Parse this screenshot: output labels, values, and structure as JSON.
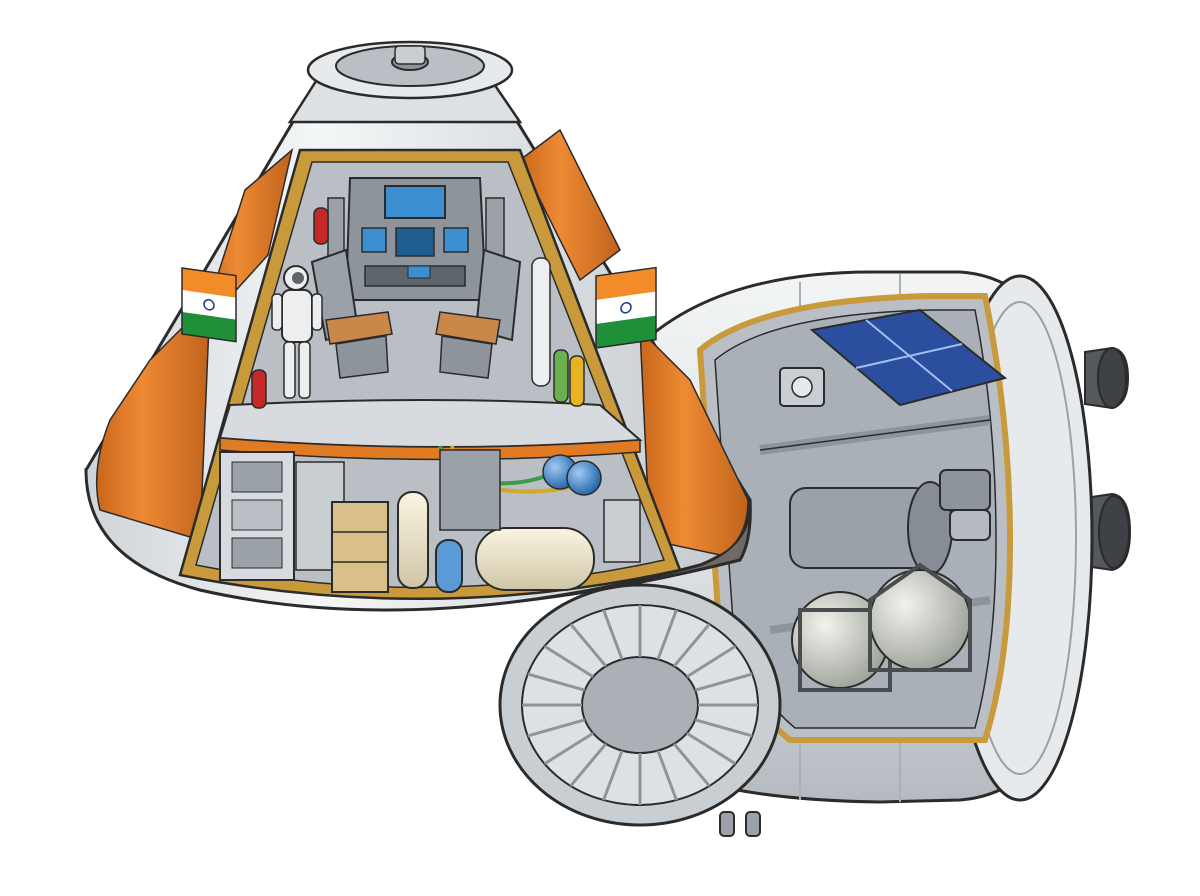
{
  "colors": {
    "background": "#ffffff",
    "outline": "#2b2b2b",
    "hull_white": "#eceef0",
    "hull_shade": "#c9ced3",
    "hull_orange": "#e07b24",
    "hull_orange_dark": "#b8601a",
    "heat_shield": "#6f6a66",
    "insulation": "#c99a3c",
    "interior_floor": "#d7dbdf",
    "interior_wall": "#b9bfc5",
    "console": "#8d949b",
    "screen": "#3b8fd0",
    "screen_dark": "#1f5e8f",
    "seat": "#9aa1a8",
    "seat_cushion": "#c9874a",
    "extinguisher": "#c62828",
    "tank_cream": "#efe7cc",
    "tank_blue": "#5b9bd5",
    "tank_green": "#6ab04c",
    "tank_yellow": "#e6b422",
    "sphere_blue": "#2f7fd0",
    "crate": "#d9c08a",
    "solar_panel": "#2b4f9e",
    "nozzle": "#4a4d50",
    "pipe_green": "#3f9b4a",
    "pipe_yellow": "#d1a82a",
    "flag_saffron": "#f28c28",
    "flag_white": "#ffffff",
    "flag_green": "#1f8f3a",
    "flag_chakra": "#1a3d8f"
  },
  "components": [
    {
      "name": "crew-module",
      "icon": "capsule-icon"
    },
    {
      "name": "service-module",
      "icon": "cylinder-icon"
    },
    {
      "name": "docking-hatch",
      "icon": "hatch-icon"
    },
    {
      "name": "indian-flag-left",
      "icon": "flag-icon"
    },
    {
      "name": "indian-flag-right",
      "icon": "flag-icon"
    },
    {
      "name": "astronaut",
      "icon": "astronaut-icon"
    },
    {
      "name": "crew-seat-left",
      "icon": "seat-icon"
    },
    {
      "name": "crew-seat-right",
      "icon": "seat-icon"
    },
    {
      "name": "control-console",
      "icon": "console-icon"
    },
    {
      "name": "fire-extinguisher",
      "icon": "extinguisher-icon"
    },
    {
      "name": "gas-cylinders",
      "icon": "cylinder-tank-icon"
    },
    {
      "name": "equipment-racks",
      "icon": "rack-icon"
    },
    {
      "name": "storage-crates",
      "icon": "crate-icon"
    },
    {
      "name": "pressure-tanks",
      "icon": "tank-icon"
    },
    {
      "name": "propellant-spheres",
      "icon": "sphere-icon"
    },
    {
      "name": "solar-panel",
      "icon": "solar-panel-icon"
    },
    {
      "name": "engine-nozzles",
      "icon": "nozzle-icon"
    },
    {
      "name": "interface-ring",
      "icon": "ring-icon"
    }
  ]
}
